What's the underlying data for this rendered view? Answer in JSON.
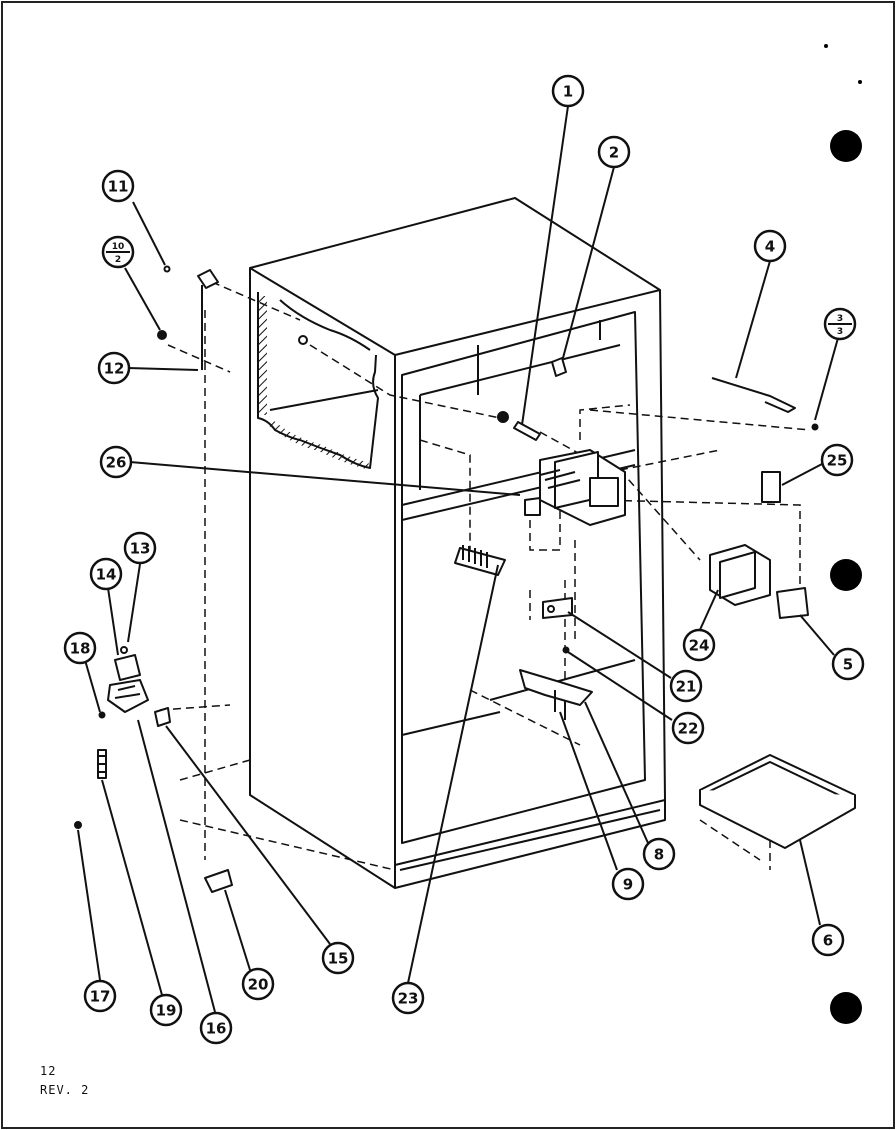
{
  "document": {
    "page_number": "12",
    "revision": "REV. 2"
  },
  "callouts": [
    {
      "id": "c1",
      "label": "1"
    },
    {
      "id": "c2",
      "label": "2"
    },
    {
      "id": "c4",
      "label": "4"
    },
    {
      "id": "c3_3",
      "label_top": "3",
      "label_bottom": "3"
    },
    {
      "id": "c25",
      "label": "25"
    },
    {
      "id": "c26",
      "label": "26"
    },
    {
      "id": "c24",
      "label": "24"
    },
    {
      "id": "c5",
      "label": "5"
    },
    {
      "id": "c21",
      "label": "21"
    },
    {
      "id": "c22",
      "label": "22"
    },
    {
      "id": "c8",
      "label": "8"
    },
    {
      "id": "c9",
      "label": "9"
    },
    {
      "id": "c6",
      "label": "6"
    },
    {
      "id": "c23",
      "label": "23"
    },
    {
      "id": "c11",
      "label": "11"
    },
    {
      "id": "c10_2",
      "label_top": "10",
      "label_bottom": "2"
    },
    {
      "id": "c12",
      "label": "12"
    },
    {
      "id": "c13",
      "label": "13"
    },
    {
      "id": "c14",
      "label": "14"
    },
    {
      "id": "c18",
      "label": "18"
    },
    {
      "id": "c15",
      "label": "15"
    },
    {
      "id": "c20",
      "label": "20"
    },
    {
      "id": "c17",
      "label": "17"
    },
    {
      "id": "c19",
      "label": "19"
    },
    {
      "id": "c16",
      "label": "16"
    }
  ]
}
